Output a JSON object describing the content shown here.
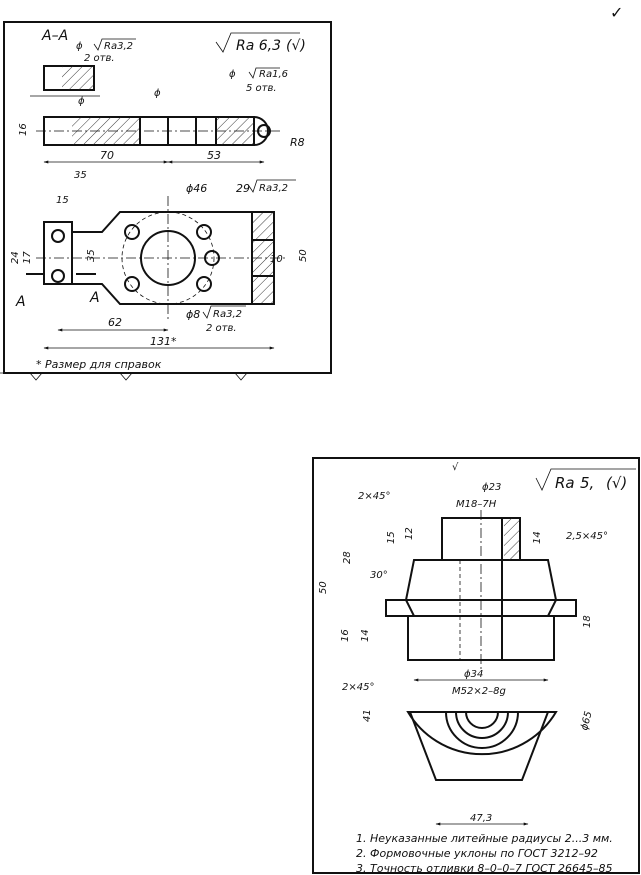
{
  "top_sheet": {
    "corner_mark": "✓",
    "section_label": "А–А",
    "roughness_main": "Ra 6,3",
    "roughness_main_paren": "(√)",
    "hole_note_symbol": "ϕ",
    "hole_note_ra": "Ra3,2",
    "hole_note_count": "2 отв.",
    "small_hole_symbol": "ϕ",
    "small_hole_ra": "Ra1,6",
    "small_hole_count": "5 отв.",
    "phi_a": "ϕ",
    "phi_b": "ϕ",
    "dim_16": "16",
    "dim_r8": "R8",
    "dim_70": "70",
    "dim_53": "53",
    "dim_35_top": "35",
    "dim_15": "15",
    "dim_phi46": "ϕ46",
    "dim_29": "29",
    "dim_29_ra": "Ra3,2",
    "dim_24": "24",
    "dim_17": "17",
    "dim_35_mid": "35",
    "dim_10": "10",
    "dim_50": "50",
    "label_a_left": "А",
    "label_a_right": "А",
    "dim_62": "62",
    "dim_phi8": "ϕ8",
    "dim_phi8_ra": "Ra3,2",
    "dim_phi8_count": "2 отв.",
    "dim_131": "131*",
    "footnote": "* Размер для справок"
  },
  "bottom_sheet": {
    "roughness_main": "Ra",
    "roughness_main_value": "5,",
    "roughness_main_paren": "(√)",
    "top_header": "√",
    "chamfer_top": "2×45°",
    "dim_phi23": "ϕ23",
    "thread_top": "M18–7H",
    "dim_15": "15",
    "dim_12": "12",
    "dim_28": "28",
    "dim_14_right": "14",
    "chamfer_right": "2,5×45°",
    "angle_30": "30°",
    "dim_50": "50",
    "dim_18": "18",
    "dim_16": "16",
    "dim_14_left": "14",
    "dim_phi34": "ϕ34",
    "chamfer_bottom": "2×45°",
    "thread_bottom": "M52×2–8g",
    "dim_41": "41",
    "dim_phi65": "ϕ65",
    "dim_47": "47,3",
    "notes": [
      "1. Неуказанные литейные радиусы 2...3 мм.",
      "2. Формовочные уклоны по ГОСТ 3212–92",
      "3. Точность отливки 8–0–0–7 ГОСТ 26645–85"
    ]
  }
}
